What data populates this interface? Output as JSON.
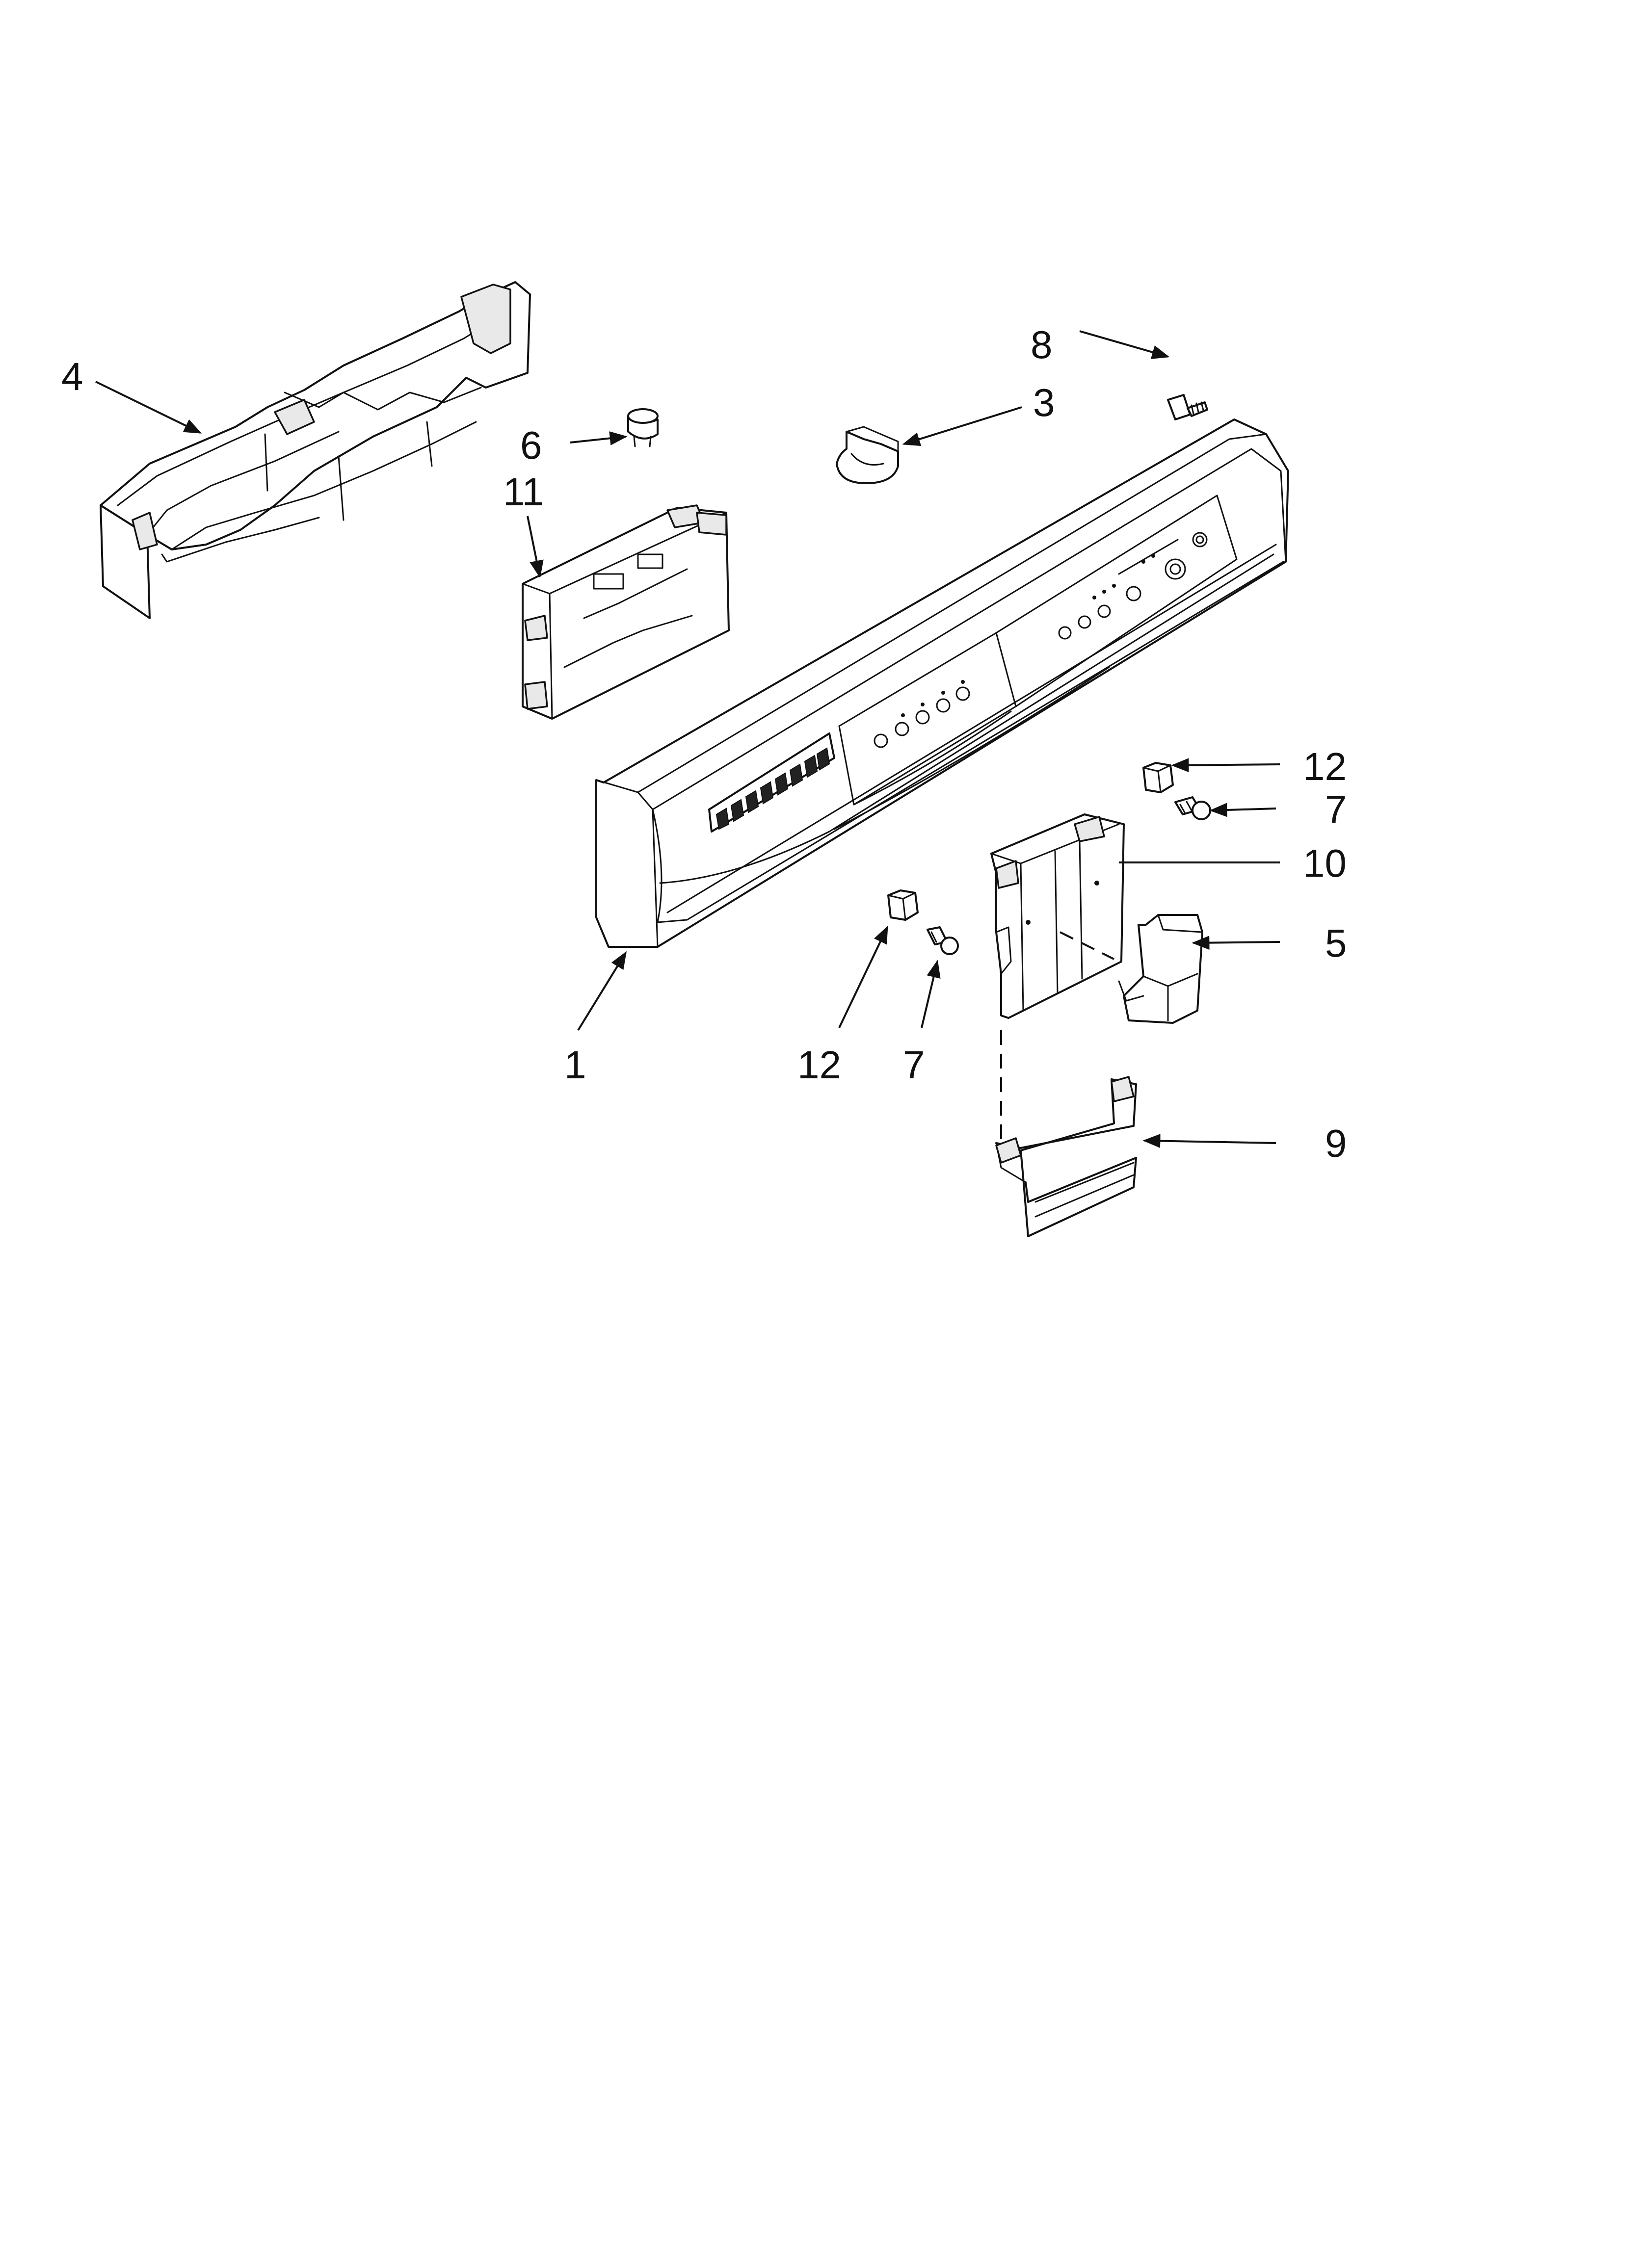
{
  "callouts": [
    {
      "id": "c4",
      "label": "4"
    },
    {
      "id": "c6",
      "label": "6"
    },
    {
      "id": "c11",
      "label": "11"
    },
    {
      "id": "c8",
      "label": "8"
    },
    {
      "id": "c3",
      "label": "3"
    },
    {
      "id": "c12a",
      "label": "12"
    },
    {
      "id": "c7a",
      "label": "7"
    },
    {
      "id": "c10",
      "label": "10"
    },
    {
      "id": "c5",
      "label": "5"
    },
    {
      "id": "c9",
      "label": "9"
    },
    {
      "id": "c1",
      "label": "1"
    },
    {
      "id": "c12b",
      "label": "12"
    },
    {
      "id": "c7b",
      "label": "7"
    }
  ]
}
